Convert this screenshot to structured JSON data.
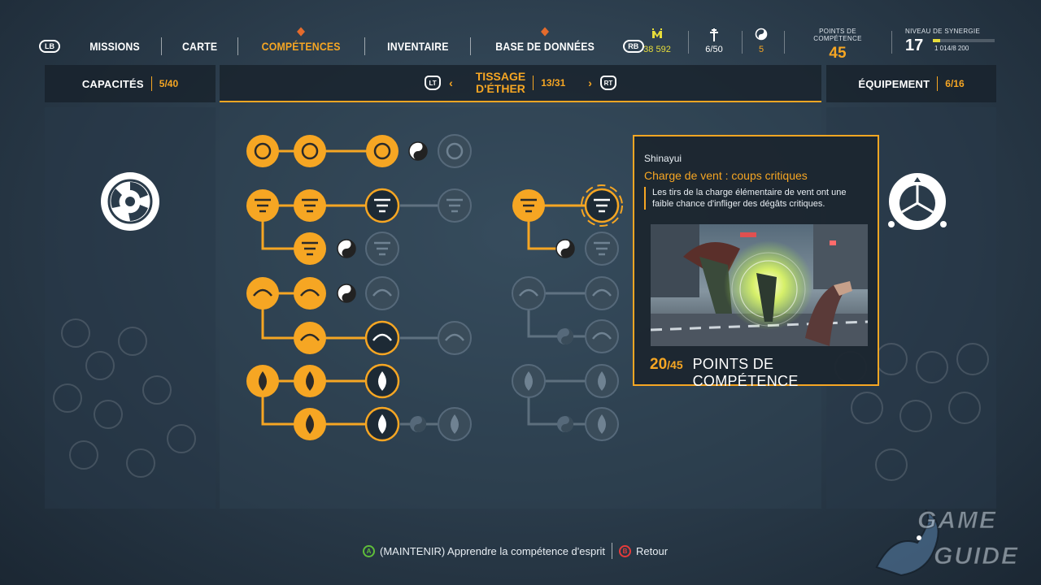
{
  "nav": {
    "lb": "LB",
    "rb": "RB",
    "items": [
      {
        "label": "MISSIONS",
        "active": false
      },
      {
        "label": "CARTE",
        "active": false
      },
      {
        "label": "COMPÉTENCES",
        "active": true
      },
      {
        "label": "INVENTAIRE",
        "active": false
      },
      {
        "label": "BASE DE DONNÉES",
        "active": false
      }
    ]
  },
  "resources": {
    "meika": {
      "icon": "meika-currency-icon",
      "value": "38 592",
      "color": "#e7dd3a"
    },
    "spirits": {
      "icon": "spirit-icon",
      "value": "6/50"
    },
    "magatama": {
      "icon": "magatama-icon",
      "value": "5",
      "color": "#f6a623"
    }
  },
  "skill_points": {
    "label": "POINTS DE COMPÉTENCE",
    "value": "45"
  },
  "synergy": {
    "label": "NIVEAU DE SYNERGIE",
    "level": "17",
    "xp": "1 014/8 200",
    "progress": 0.124
  },
  "panels": {
    "left": {
      "title": "CAPACITÉS",
      "count": "5/40"
    },
    "middle": {
      "lt": "LT",
      "rt": "RT",
      "title_line1": "TISSAGE",
      "title_line2": "D'ÉTHER",
      "count": "13/31"
    },
    "right": {
      "title": "ÉQUIPEMENT",
      "count": "6/16"
    }
  },
  "tooltip": {
    "owner": "Shinayui",
    "title": "Charge de vent : coups critiques",
    "description": "Les tirs de la charge élémentaire de vent ont une faible chance d'infliger des dégâts critiques.",
    "have": "20",
    "cost": "/45",
    "cost_label": "POINTS DE COMPÉTENCE"
  },
  "prompts": {
    "a_button": "A",
    "learn": "(MAINTENIR) Apprendre la compétence d'esprit",
    "b_button": "B",
    "back": "Retour"
  },
  "watermark": {
    "line1": "GAME",
    "line2": "GUIDE"
  },
  "colors": {
    "accent": "#f6a623",
    "locked": "#3a4c5a",
    "unlocked_dark": "#1d2a35"
  }
}
